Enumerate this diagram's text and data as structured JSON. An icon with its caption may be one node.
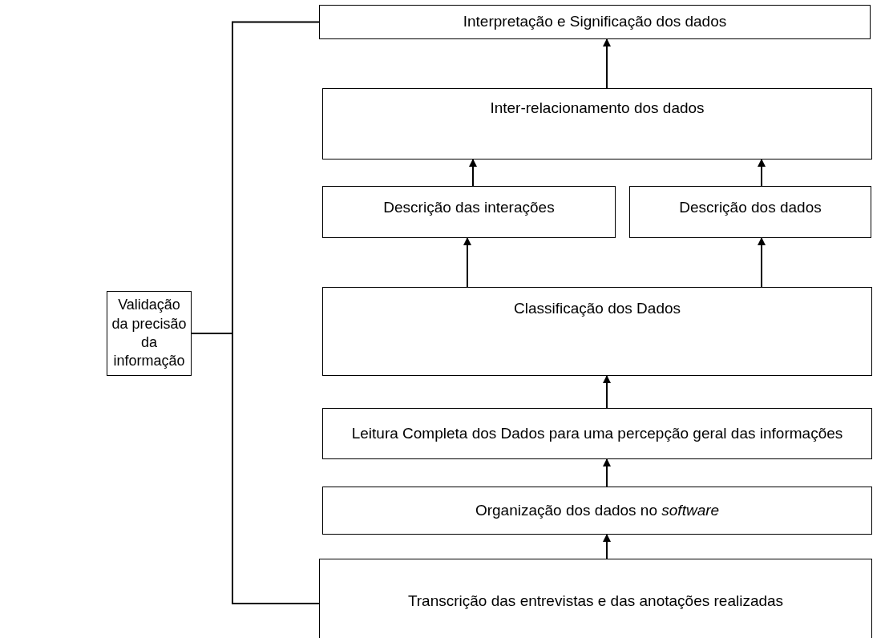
{
  "diagram": {
    "nodes": [
      {
        "text": [
          "Validação da precisão da informação"
        ]
      },
      {
        "text": [
          "Interpretação e Significação dos dados"
        ]
      },
      {
        "text": [
          "Inter-relacionamento dos dados"
        ]
      },
      {
        "text": [
          "Descrição das interações"
        ]
      },
      {
        "text": [
          "Descrição dos dados"
        ]
      },
      {
        "text": [
          "Classificação dos Dados"
        ]
      },
      {
        "text": [
          "Leitura Completa dos Dados para uma percepção geral das informações"
        ]
      },
      {
        "text": [
          "Organização dos dados no *software*"
        ]
      },
      {
        "text": [
          "Transcrição das entrevistas e das anotações realizadas"
        ]
      }
    ],
    "edges": [
      {
        "from": 8,
        "to": 7,
        "arrow": "to"
      },
      {
        "from": 7,
        "to": 6,
        "arrow": "to"
      },
      {
        "from": 6,
        "to": 5,
        "arrow": "to"
      },
      {
        "from": 5,
        "to": 3,
        "arrow": "to"
      },
      {
        "from": 5,
        "to": 4,
        "arrow": "to"
      },
      {
        "from": 3,
        "to": 2,
        "arrow": "to"
      },
      {
        "from": 4,
        "to": 2,
        "arrow": "to"
      },
      {
        "from": 2,
        "to": 1,
        "arrow": "to"
      },
      {
        "from": 0,
        "to": 1,
        "arrow": "none"
      },
      {
        "from": 0,
        "to": 8,
        "arrow": "none"
      }
    ]
  }
}
